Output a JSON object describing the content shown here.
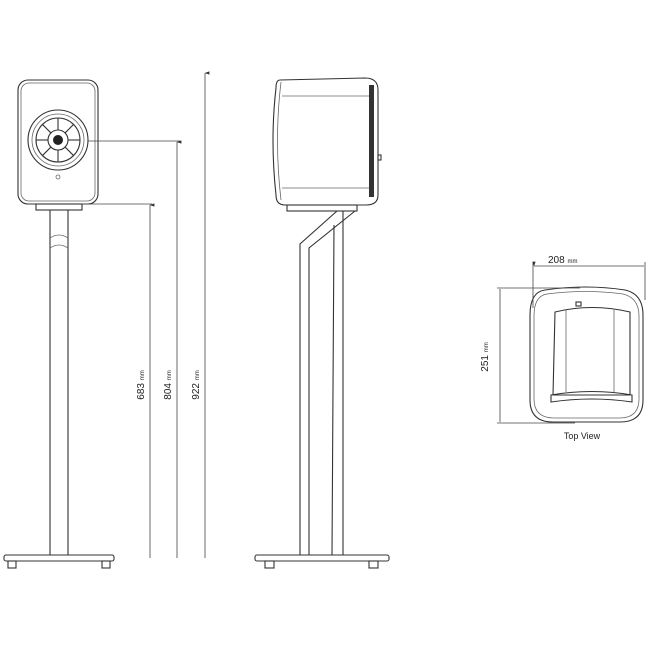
{
  "dimensions": {
    "stand_height": {
      "value": "683",
      "unit": "mm"
    },
    "tweeter_height": {
      "value": "804",
      "unit": "mm"
    },
    "total_height": {
      "value": "922",
      "unit": "mm"
    },
    "width": {
      "value": "208",
      "unit": "mm"
    },
    "depth": {
      "value": "251",
      "unit": "mm"
    }
  },
  "labels": {
    "top_view": "Top View"
  },
  "colors": {
    "line": "#333333",
    "background": "#ffffff"
  }
}
